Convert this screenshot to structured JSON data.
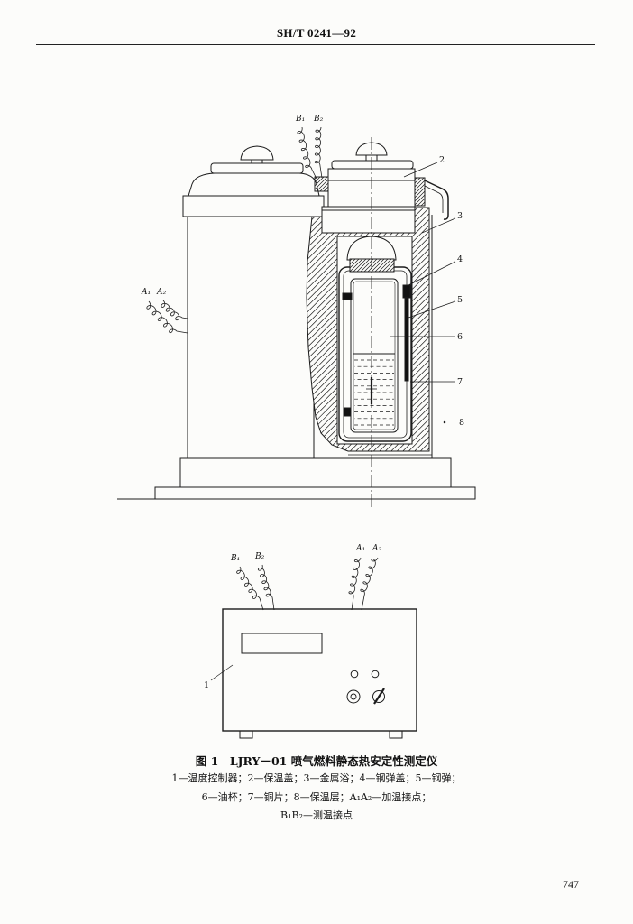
{
  "header": {
    "standard_code": "SH/T 0241—92"
  },
  "figure_top": {
    "wire_labels": {
      "B1": "B₁",
      "B2": "B₂",
      "A1": "A₁",
      "A2": "A₂"
    },
    "part_labels": {
      "p2": "2",
      "p3": "3",
      "p4": "4",
      "p5": "5",
      "p6": "6",
      "p7": "7",
      "p8": "8"
    }
  },
  "figure_bottom": {
    "wire_labels": {
      "B1": "B₁",
      "B2": "B₂",
      "A1": "A₁",
      "A2": "A₂"
    },
    "part_labels": {
      "p1": "1"
    }
  },
  "caption": {
    "title": "图 1　LJRY－01 喷气燃料静态热安定性测定仪",
    "legend": [
      "1—温度控制器；2—保温盖；3—金属浴；4—钢弹盖；5—钢弹；",
      "6—油杯；7—铜片；8—保温层；A₁A₂—加温接点；",
      "B₁B₂—测温接点"
    ]
  },
  "page_number": "747"
}
